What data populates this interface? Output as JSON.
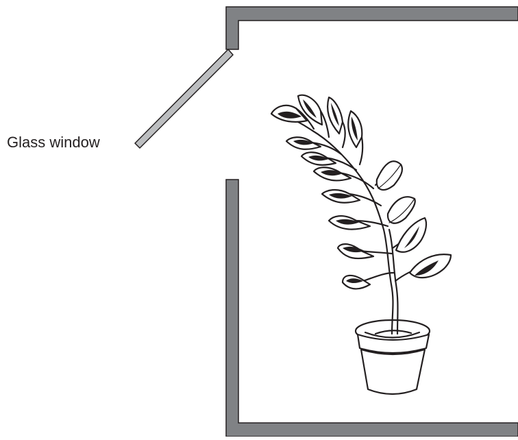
{
  "diagram": {
    "labels": {
      "window_label": "Glass window"
    },
    "colors": {
      "wall": "#808285",
      "glass": "#bcbec0",
      "ink": "#231f20"
    },
    "icons": [
      "glass-window-pane",
      "potted-plant"
    ]
  }
}
